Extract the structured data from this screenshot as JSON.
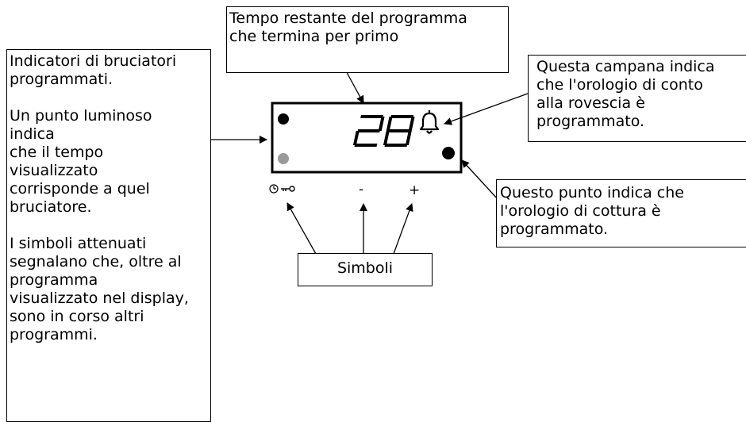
{
  "left_box": {
    "paragraphs": [
      [
        "Indicatori di bruciatori",
        "programmati."
      ],
      [
        "Un punto luminoso",
        "indica",
        "che il tempo",
        "visualizzato",
        "corrisponde a quel",
        "bruciatore."
      ],
      [
        "I simboli attenuati",
        "segnalano che, oltre al",
        "programma",
        "visualizzato nel display,",
        "sono in corso altri",
        "programmi."
      ]
    ]
  },
  "top_box": {
    "lines": [
      "Tempo restante del programma",
      "che termina per primo"
    ]
  },
  "right_top_box": {
    "lines": [
      "Questa campana indica",
      "che l'orologio di conto",
      "alla rovescia è",
      "programmato."
    ]
  },
  "right_bottom_box": {
    "lines": [
      "Questo punto indica che",
      "l'orologio di cottura è",
      "programmato."
    ]
  },
  "symbols_box": {
    "label": "Simboli"
  },
  "display": {
    "digits": "28",
    "bell_icon": "bell-icon",
    "symbols": {
      "left": "clock-key",
      "minus": "-",
      "plus": "+"
    }
  },
  "colors": {
    "dot_active": "#000000",
    "dot_dimmed": "#9a9a9a",
    "line": "#000000"
  }
}
